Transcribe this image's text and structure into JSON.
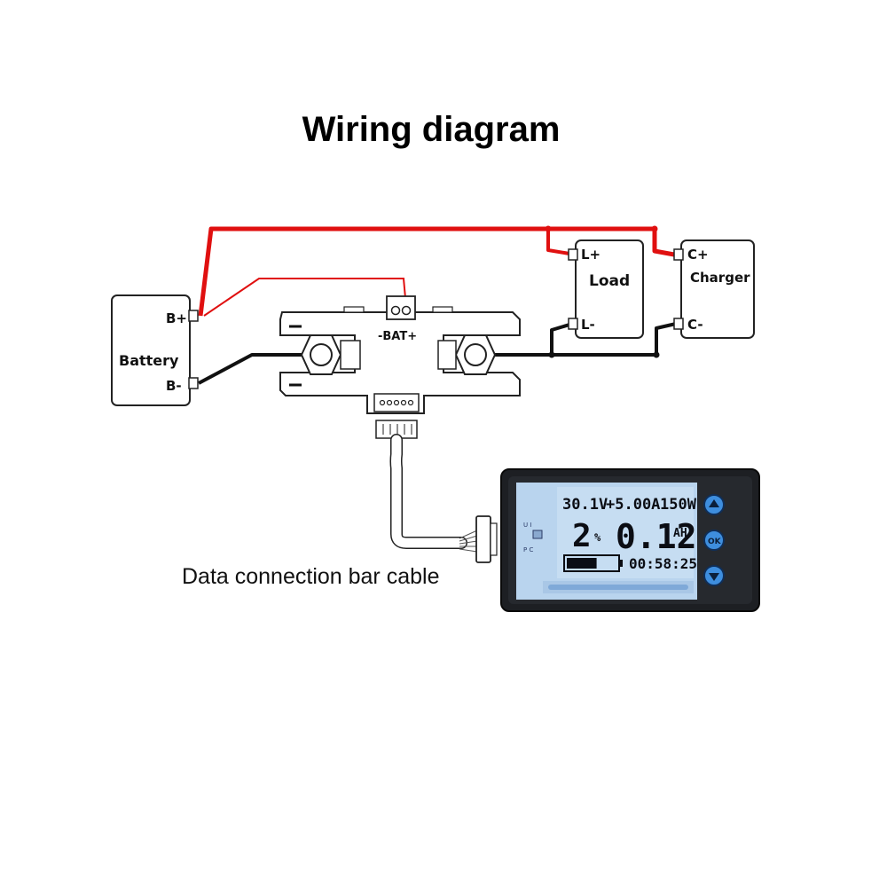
{
  "title": "Wiring diagram",
  "battery": {
    "label": "Battery",
    "positive": "B+",
    "negative": "B-"
  },
  "load": {
    "label": "Load",
    "positive": "L+",
    "negative": "L-"
  },
  "charger": {
    "label": "Charger",
    "positive": "C+",
    "negative": "C-"
  },
  "shunt": {
    "terminal_label": "-BAT+"
  },
  "cable_caption": "Data connection bar cable",
  "monitor": {
    "voltage": "30.1V",
    "current": "+5.00A",
    "power": "150W",
    "percent_value": "2",
    "percent_unit": "%",
    "capacity_value": "0.12",
    "capacity_unit": "AH",
    "time": "00:58:25",
    "battery_level": 0.6,
    "switch_top": "U  I",
    "switch_bottom": "P  C",
    "buttons": [
      "up-arrow-icon",
      "OK",
      "down-arrow-icon"
    ],
    "ok_label": "OK",
    "screen_color": "#b9d4ee",
    "button_color": "#3e8ede"
  },
  "colors": {
    "positive_wire": "#e01010",
    "negative_wire": "#111111"
  }
}
